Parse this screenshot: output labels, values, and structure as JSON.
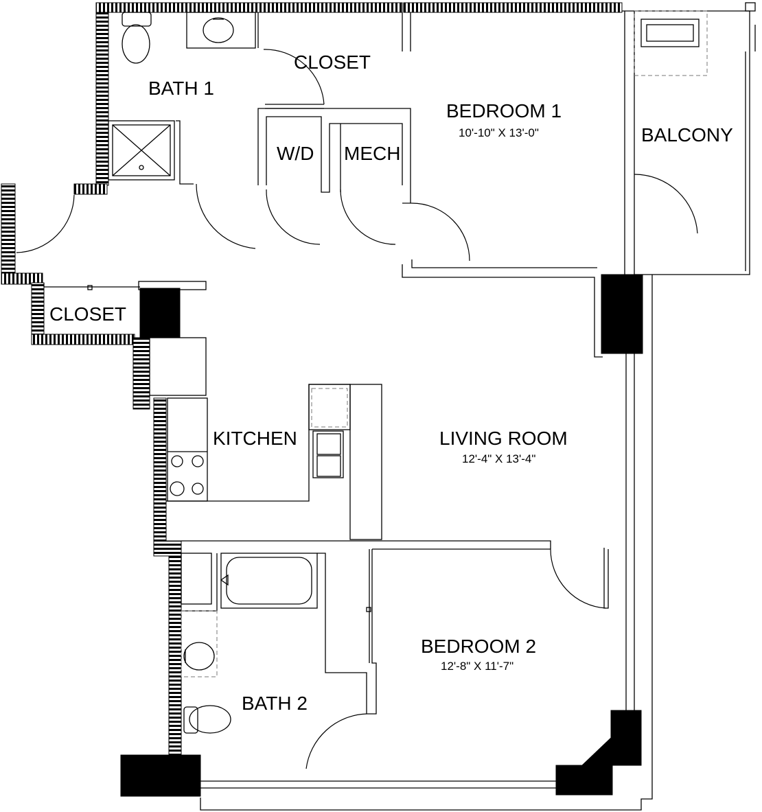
{
  "rooms": {
    "bath1": {
      "name": "BATH 1"
    },
    "closet_top": {
      "name": "CLOSET"
    },
    "bedroom1": {
      "name": "BEDROOM 1",
      "dimensions": "10'-10\" X 13'-0\""
    },
    "wd": {
      "name": "W/D"
    },
    "mech": {
      "name": "MECH"
    },
    "balcony": {
      "name": "BALCONY"
    },
    "closet_entry": {
      "name": "CLOSET"
    },
    "kitchen": {
      "name": "KITCHEN"
    },
    "living_room": {
      "name": "LIVING ROOM",
      "dimensions": "12'-4\" X 13'-4\""
    },
    "bedroom2": {
      "name": "BEDROOM 2",
      "dimensions": "12'-8\" X 11'-7\""
    },
    "bath2": {
      "name": "BATH 2"
    }
  },
  "colors": {
    "wall": "#000000",
    "background": "#ffffff"
  }
}
